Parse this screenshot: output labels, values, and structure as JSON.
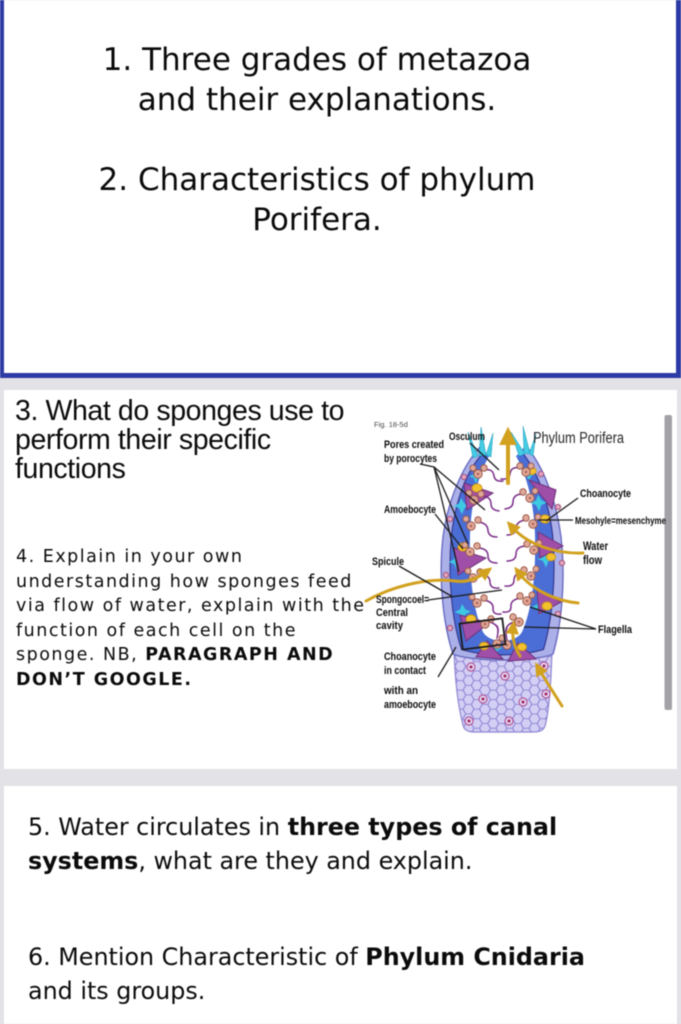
{
  "page": {
    "background": "#e3e2e6"
  },
  "slide1": {
    "border_color": "#2b3aa5",
    "item1": {
      "line1": "1. Three grades of metazoa",
      "line2": "and their explanations."
    },
    "item2": {
      "line1": "2. Characteristics of phylum",
      "line2": "Porifera."
    }
  },
  "slide2": {
    "item3": {
      "line1": "3. What do sponges use to",
      "line2": "perform their specific",
      "line3": "functions"
    },
    "item4": {
      "line1": "4. Explain in your own",
      "line2": "understanding how sponges feed",
      "line3": "via flow of water, explain with the",
      "line4": "function of each cell on the",
      "line5_regular": "sponge. NB, ",
      "line5_bold": "PARAGRAPH AND",
      "line6_bold": "DON’T GOOGLE."
    },
    "figure": {
      "fig_ref": "Fig. 18-5d",
      "title": "Phylum Porifera",
      "labels": {
        "pores_l1": "Pores created",
        "pores_l2": "by porocytes",
        "osculum": "Osculum",
        "choanocyte": "Choanocyte",
        "mesohyle": "Mesohyle=mesenchyme",
        "water_l1": "Water",
        "water_l2": "flow",
        "amoebocyte": "Amoebocyte",
        "spicule": "Spicule",
        "spongocoel_l1": "Spongocoel=",
        "spongocoel_l2": "Central",
        "spongocoel_l3": "cavity",
        "flagella": "Flagella",
        "contact_l1": "Choanocyte",
        "contact_l2": "in contact",
        "contact_l3": "with an",
        "contact_l4": "amoebocyte"
      },
      "colors": {
        "arrow_gold": "#d2a11f",
        "wall_blue": "#4a6ed6",
        "outer_wall": "#a8abe5",
        "spicule_purple": "#a04fa8",
        "cell_salmon": "#dfa99a",
        "amoebocyte_yellow": "#f2c12e",
        "mesohyl_cyan": "#3ec9e3",
        "trunk_lavender": "#c9c6ef",
        "scroll_bar_gray": "#98979b"
      }
    }
  },
  "slide3": {
    "item5": {
      "l1_regular": "5. Water circulates in ",
      "l1_bold": "three types of canal",
      "l2_bold": "systems",
      "l2_regular": ", what are they and explain."
    },
    "item6": {
      "l1_regular": "6. Mention Characteristic of ",
      "l1_bold": "Phylum Cnidaria",
      "l2": "and its groups."
    }
  }
}
